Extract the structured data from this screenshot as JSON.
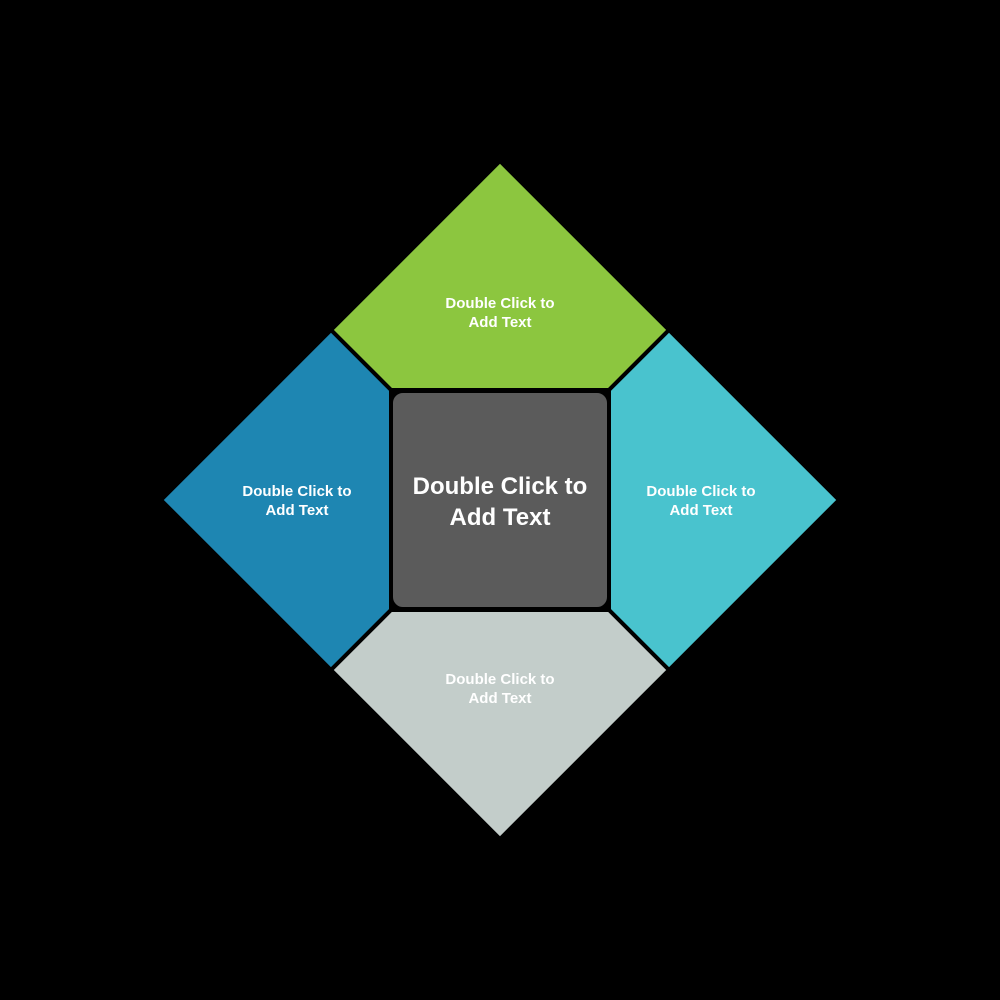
{
  "background_color": "#000000",
  "diagram": {
    "center": {
      "label": "Double Click to\nAdd Text",
      "color": "#5b5b5b"
    },
    "quadrants": {
      "top": {
        "label": "Double Click to\nAdd Text",
        "color": "#8cc63f"
      },
      "left": {
        "label": "Double Click to\nAdd Text",
        "color": "#1e86b2"
      },
      "right": {
        "label": "Double Click to\nAdd Text",
        "color": "#49c3ce"
      },
      "bottom": {
        "label": "Double Click to\nAdd Text",
        "color": "#c3cdca"
      }
    }
  }
}
